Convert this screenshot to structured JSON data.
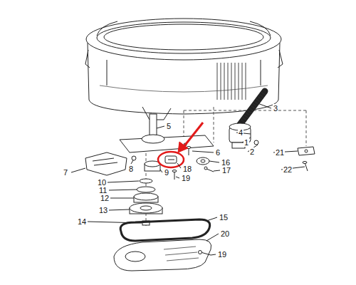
{
  "diagram": {
    "labels": [
      "3",
      "5",
      "4",
      "1",
      "2",
      "6",
      "21",
      "16",
      "18",
      "8",
      "7",
      "9",
      "17",
      "22",
      "19",
      "10",
      "11",
      "12",
      "13",
      "14",
      "15",
      "20",
      "19"
    ]
  }
}
